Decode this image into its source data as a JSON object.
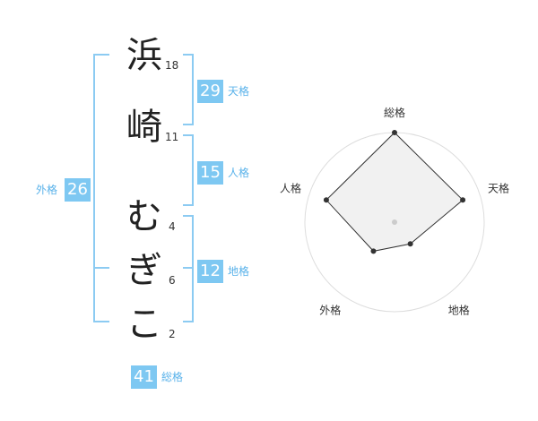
{
  "name_chars": [
    {
      "char": "浜",
      "strokes": "18"
    },
    {
      "char": "崎",
      "strokes": "11"
    },
    {
      "char": "む",
      "strokes": "4"
    },
    {
      "char": "ぎ",
      "strokes": "6"
    },
    {
      "char": "こ",
      "strokes": "2"
    }
  ],
  "fortunes": {
    "tenkaku": {
      "value": "29",
      "label": "天格"
    },
    "jinkaku": {
      "value": "15",
      "label": "人格"
    },
    "chikaku": {
      "value": "12",
      "label": "地格"
    },
    "gaikaku": {
      "value": "26",
      "label": "外格"
    },
    "soukaku": {
      "value": "41",
      "label": "総格"
    }
  },
  "radar": {
    "axes": [
      "総格",
      "天格",
      "地格",
      "外格",
      "人格"
    ],
    "values": [
      5,
      4,
      1.5,
      2,
      4
    ],
    "max": 5,
    "colors": {
      "fill": "#eeeeee",
      "stroke": "#333333",
      "ring": "#dddddd"
    }
  }
}
